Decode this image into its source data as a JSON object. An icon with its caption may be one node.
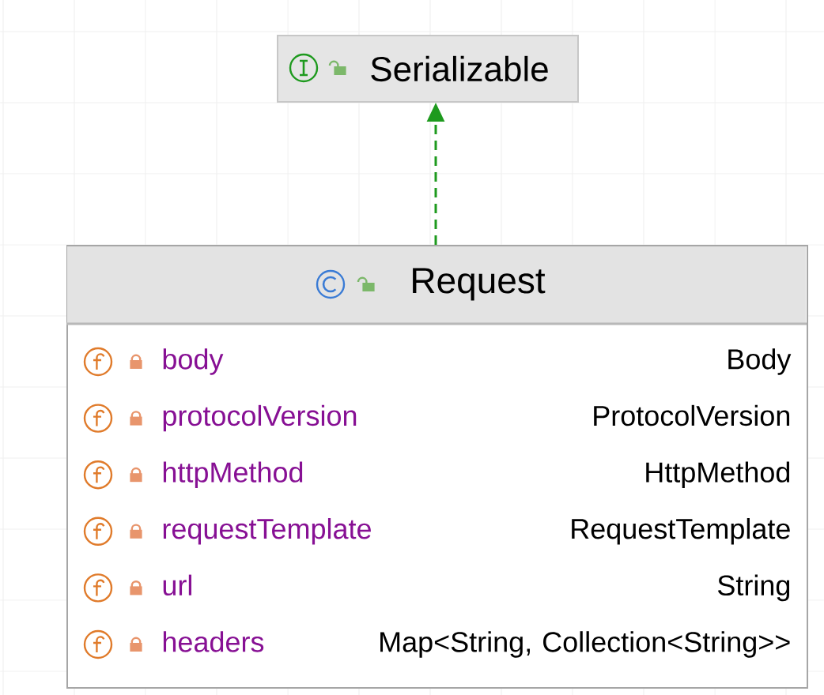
{
  "diagram": {
    "nodes": [
      {
        "text": [
          "Serializable"
        ]
      },
      {
        "text": [
          "Request"
        ]
      },
      {
        "text": [
          "body",
          "Body"
        ],
        "in": 1
      },
      {
        "text": [
          "protocolVersion",
          "ProtocolVersion"
        ],
        "in": 1
      },
      {
        "text": [
          "httpMethod",
          "HttpMethod"
        ],
        "in": 1
      },
      {
        "text": [
          "requestTemplate",
          "RequestTemplate"
        ],
        "in": 1
      },
      {
        "text": [
          "url",
          "String"
        ],
        "in": 1
      },
      {
        "text": [
          "headers",
          "Map<String, Collection<String>>"
        ],
        "in": 1
      }
    ],
    "edges": [
      {
        "from": 1,
        "to": 0,
        "arrow": "to",
        "style": "dashed"
      }
    ]
  }
}
